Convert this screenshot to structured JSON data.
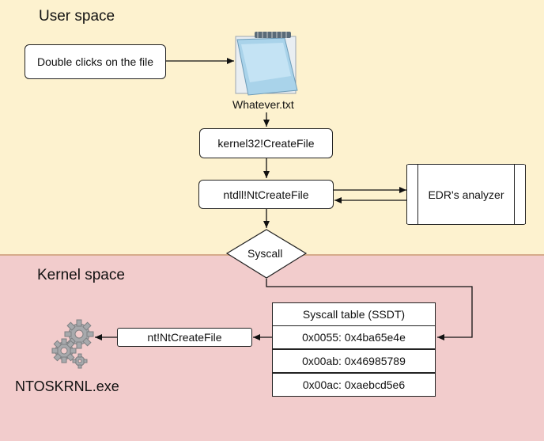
{
  "regions": {
    "user": "User space",
    "kernel": "Kernel space"
  },
  "nodes": {
    "double_click": "Double clicks on the file",
    "file_name": "Whatever.txt",
    "kernel32": "kernel32!CreateFile",
    "ntdll": "ntdll!NtCreateFile",
    "edr": "EDR's analyzer",
    "syscall": "Syscall",
    "nt_create": "nt!NtCreateFile",
    "ntoskrnl": "NTOSKRNL.exe"
  },
  "ssdt": {
    "header": "Syscall table (SSDT)",
    "rows": [
      "0x0055: 0x4ba65e4e",
      "0x00ab: 0x46985789",
      "0x00ac: 0xaebcd5e6"
    ]
  },
  "icons": {
    "file": "notepad-icon",
    "kernel": "gears-icon"
  },
  "colors": {
    "user_bg": "#fdf2cf",
    "kernel_bg": "#f2cccc",
    "divider": "#d6ab8a"
  }
}
